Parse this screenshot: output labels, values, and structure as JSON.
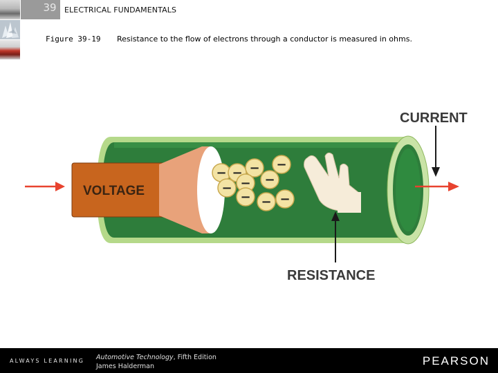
{
  "header": {
    "chapter_number": "39",
    "chapter_title": "ELECTRICAL FUNDAMENTALS"
  },
  "figure": {
    "number": "Figure 39-19",
    "caption": "Resistance to the flow of electrons through a conductor is measured in ohms."
  },
  "diagram": {
    "labels": {
      "current": "CURRENT",
      "voltage": "VOLTAGE",
      "resistance": "RESISTANCE"
    },
    "electron_symbol": "−",
    "colors": {
      "tube_green": "#2e7d3b",
      "tube_rim": "#b5d98a",
      "voltage_orange": "#c8651e",
      "piston_skin": "#e8a27a",
      "electron_yellow": "#f3e3a4",
      "arrow_red": "#e8432f"
    }
  },
  "footer": {
    "left_text": "ALWAYS LEARNING",
    "book_title": "Automotive Technology",
    "book_edition": ", Fifth Edition",
    "author": "James Halderman",
    "brand": "PEARSON"
  }
}
